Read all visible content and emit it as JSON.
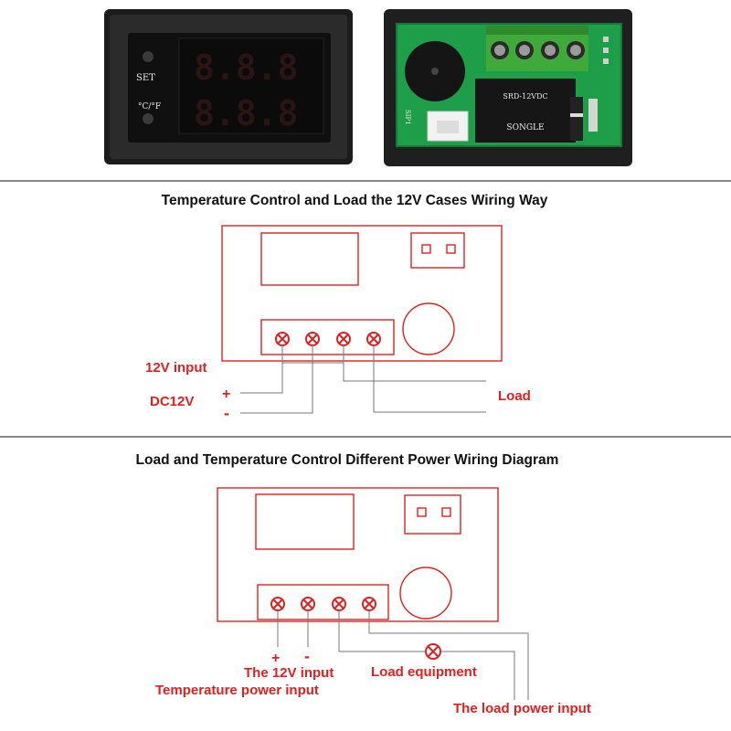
{
  "photo": {
    "display_left_label_1": "SET",
    "display_left_label_2": "°C/°F",
    "display_digits_top": "8.8.8",
    "display_digits_bottom": "8.8.8",
    "pcb_label": "SIP1",
    "relay_text_1": "SRD-12VDC",
    "relay_text_2": "SONGLE"
  },
  "diagram1": {
    "title": "Temperature Control and Load the 12V Cases Wiring Way",
    "label_12v_input": "12V input",
    "label_dc12v": "DC12V",
    "label_plus": "+",
    "label_minus": "-",
    "label_load": "Load"
  },
  "diagram2": {
    "title": "Load and Temperature Control Different Power Wiring Diagram",
    "label_plus": "+",
    "label_minus": "-",
    "label_12v_input": "The 12V input",
    "label_temp_power": "Temperature power input",
    "label_load_equipment": "Load equipment",
    "label_load_power": "The load power input"
  },
  "colors": {
    "diagram_red": "#e02020",
    "divider": "#444444",
    "pcb_green": "#1f9e4a"
  }
}
